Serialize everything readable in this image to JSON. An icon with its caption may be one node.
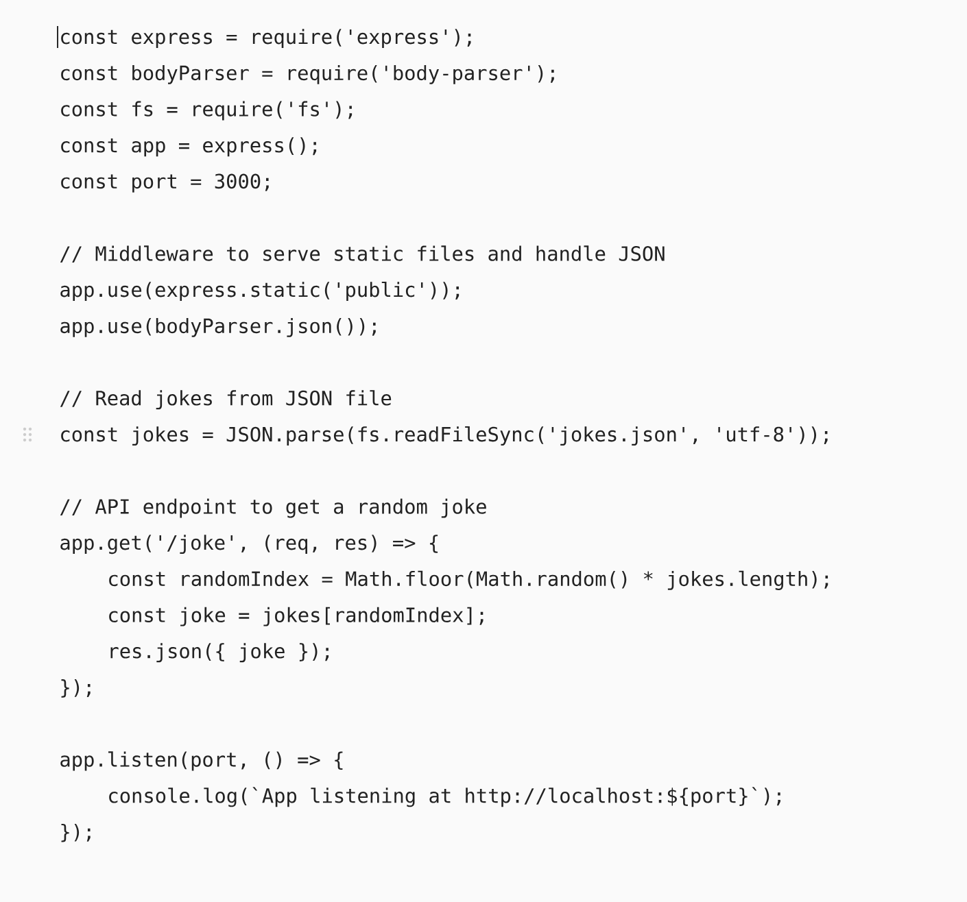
{
  "diagram": {
    "labels": [
      "const express = require('express');",
      "const bodyParser = require('body-parser');",
      "const fs = require('fs');",
      "const app = express();",
      "const port = 3000;",
      "// Middleware to serve static files and handle JSON",
      "app.use(express.static('public'));",
      "app.use(bodyParser.json());",
      "// Read jokes from JSON file",
      "const jokes = JSON.parse(fs.readFileSync('jokes.json', 'utf-8'));",
      "// API endpoint to get a random joke",
      "app.get('/joke', (req, res) => {",
      "const randomIndex = Math.floor(Math.random() * jokes.length);",
      "const joke = jokes[randomIndex];",
      "res.json({ joke });",
      "});",
      "app.listen(port, () => {",
      "console.log(`App listening at http://localhost:${port}`);",
      "});"
    ]
  }
}
